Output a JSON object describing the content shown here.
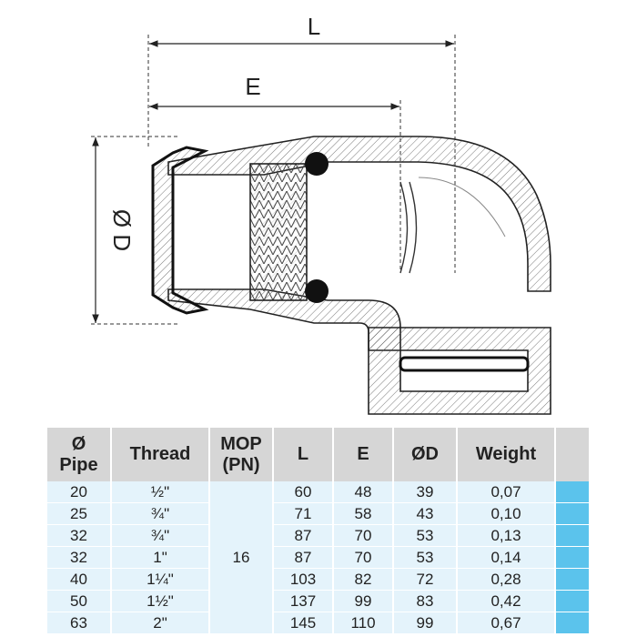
{
  "drawing": {
    "dim_L": "L",
    "dim_E": "E",
    "dim_D": "Ø D"
  },
  "table": {
    "headers": {
      "pipe": [
        "Ø",
        "Pipe"
      ],
      "thread": "Thread",
      "mop": [
        "MOP",
        "(PN)"
      ],
      "l": "L",
      "e": "E",
      "d": "ØD",
      "weight": "Weight"
    },
    "mop_value": "16",
    "rows": [
      {
        "pipe": "20",
        "thread": "½\"",
        "l": "60",
        "e": "48",
        "d": "39",
        "weight": "0,07"
      },
      {
        "pipe": "25",
        "thread": "¾\"",
        "l": "71",
        "e": "58",
        "d": "43",
        "weight": "0,10"
      },
      {
        "pipe": "32",
        "thread": "¾\"",
        "l": "87",
        "e": "70",
        "d": "53",
        "weight": "0,13"
      },
      {
        "pipe": "32",
        "thread": "1\"",
        "l": "87",
        "e": "70",
        "d": "53",
        "weight": "0,14"
      },
      {
        "pipe": "40",
        "thread": "1¼\"",
        "l": "103",
        "e": "82",
        "d": "72",
        "weight": "0,28"
      },
      {
        "pipe": "50",
        "thread": "1½\"",
        "l": "137",
        "e": "99",
        "d": "83",
        "weight": "0,42"
      },
      {
        "pipe": "63",
        "thread": "2\"",
        "l": "145",
        "e": "110",
        "d": "99",
        "weight": "0,67"
      }
    ],
    "colors": {
      "header_bg": "#d6d6d6",
      "row_bg": "#e4f3fb",
      "swatch": "#5bc3ec"
    }
  }
}
